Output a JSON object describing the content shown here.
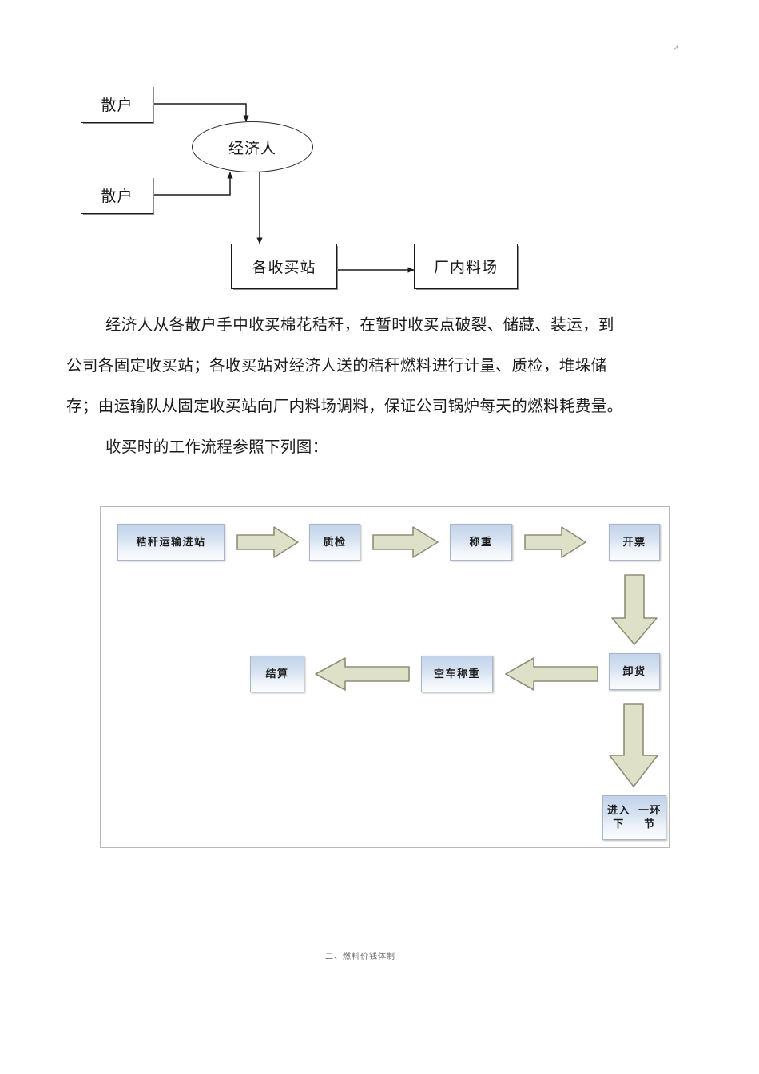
{
  "page": {
    "header_mark": "-*",
    "footer_text": "二、燃料价钱体制"
  },
  "diagram1": {
    "nodes": {
      "retail_1": "散户",
      "retail_2": "散户",
      "broker": "经济人",
      "station": "各收买站",
      "yard": "厂内料场"
    }
  },
  "body": {
    "paragraph1": {
      "line1": "经济人从各散户手中收买棉花秸秆，在暂时收买点破裂、储藏、装运，到",
      "line2": "公司各固定收买站；各收买站对经济人送的秸秆燃料进行计量、质检，堆垛储",
      "line3": "存；由运输队从固定收买站向厂内料场调料，保证公司锅炉每天的燃料耗费量。"
    },
    "paragraph2": "收买时的工作流程参照下列图："
  },
  "diagram2": {
    "nodes": {
      "arrive": "秸秆运输进站",
      "quality": "质检",
      "weigh": "称重",
      "ticket": "开票",
      "unload": "卸货",
      "empty_weigh": "空车称重",
      "settle": "结算",
      "next_line1": "进入下",
      "next_line2": "一环节"
    }
  },
  "colors": {
    "box_fill_top": "#c2d3ea",
    "box_fill_bottom": "#fbfcfe",
    "box_border": "#a9b6c9",
    "arrow_fill": "#dfe0c8",
    "arrow_border": "#8e8e78",
    "line": "#1a1a1a",
    "frame_border": "#b9b9b9"
  }
}
